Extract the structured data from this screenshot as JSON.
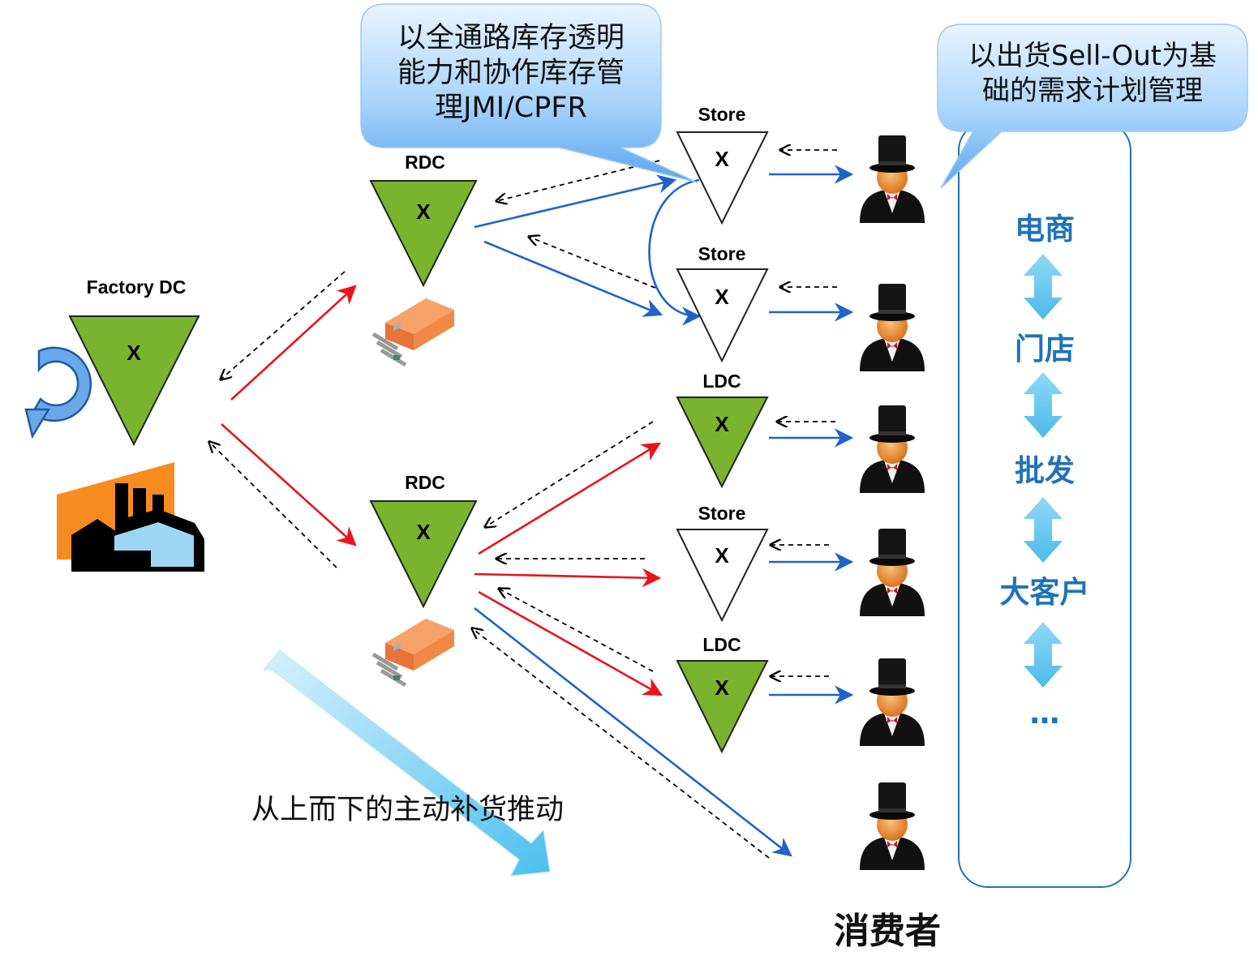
{
  "nodes": {
    "factory_label": "Factory DC",
    "rdc_label": "RDC",
    "store_label": "Store",
    "ldc_label": "LDC",
    "node_mark": "X"
  },
  "callouts": {
    "left": [
      "以全通路库存透明",
      "能力和协作库存管",
      "理JMI/CPFR"
    ],
    "right": [
      "以出货Sell-Out为基",
      "础的需求计划管理"
    ]
  },
  "channels": [
    "电商",
    "门店",
    "批发",
    "大客户",
    "…"
  ],
  "consumers_label": "消费者",
  "push_label": "从上而下的主动补货推动",
  "colors": {
    "node_fill": "#7ab42e",
    "node_stroke": "#222222",
    "push_arrow": "#e8141c",
    "flow_arrow": "#1e64c8",
    "channel_text": "#1f73b7",
    "channel_arrow": "#63c7ee",
    "bubble": "#7fbdf2"
  }
}
